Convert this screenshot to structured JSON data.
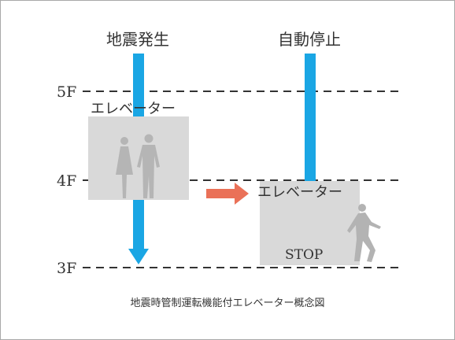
{
  "labels": {
    "earthquake": "地震発生",
    "auto_stop": "自動停止",
    "elevator_left": "エレベーター",
    "elevator_right": "エレベーター",
    "stop": "STOP"
  },
  "floors": [
    "5F",
    "4F",
    "3F"
  ],
  "caption": "地震時管制運転機能付エレベーター概念図",
  "colors": {
    "arrow_blue": "#1aa6e4",
    "arrow_orange": "#ea7158",
    "car_gray": "#d9d9d9",
    "person_gray": "#b3b3b3",
    "dash": "#333333"
  },
  "icons": [
    "down-arrow-icon",
    "right-arrow-icon",
    "couple-silhouette-icon",
    "walking-person-icon"
  ]
}
